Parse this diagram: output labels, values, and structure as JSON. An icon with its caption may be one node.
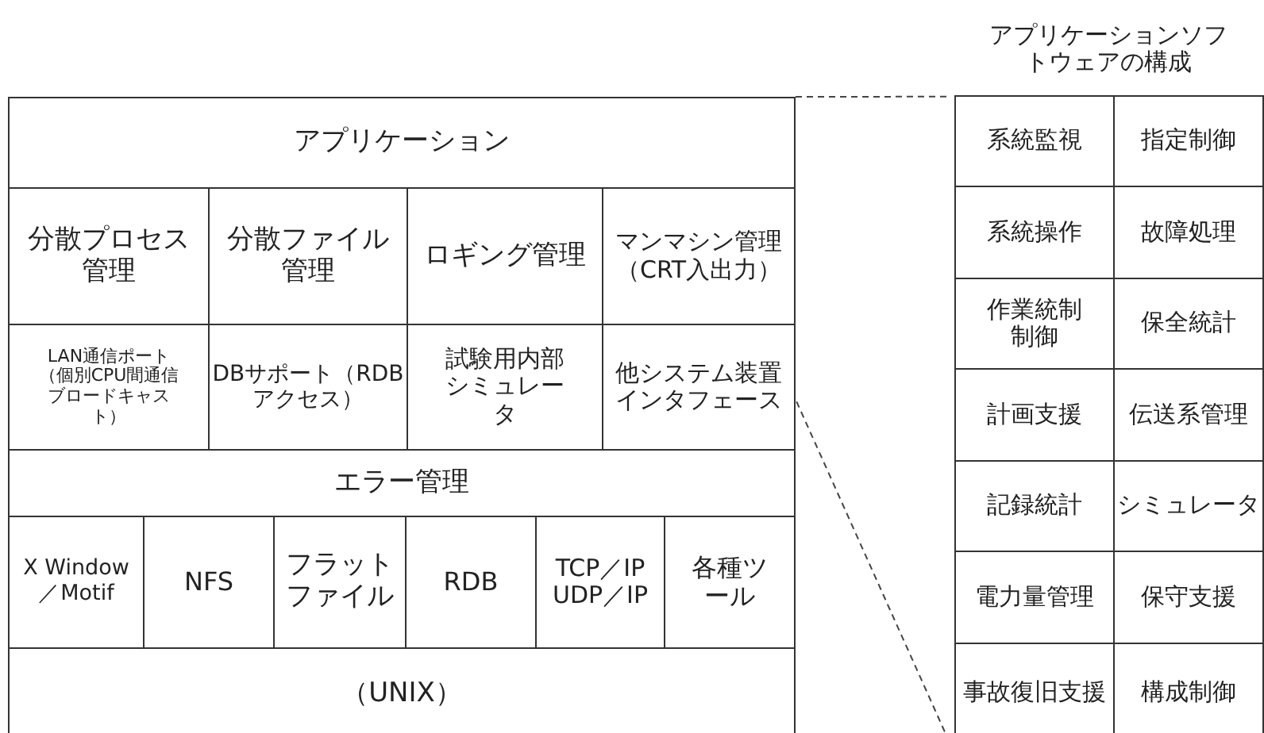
{
  "diagram": {
    "nodes": [
      {
        "text": [
          "アプリケーション"
        ]
      },
      {
        "text": [
          "分散プロセス管理"
        ]
      },
      {
        "text": [
          "分散ファイル管理"
        ]
      },
      {
        "text": [
          "ロギング管理"
        ]
      },
      {
        "text": [
          "マンマシン管理（CRT入出力）"
        ]
      },
      {
        "text": [
          "LAN通信ポート（個別CPU間通信ブロードキャスト）"
        ]
      },
      {
        "text": [
          "DBサポート（RDBアクセス）"
        ]
      },
      {
        "text": [
          "試験用内部シミュレータ"
        ]
      },
      {
        "text": [
          "他システム装置インタフェース"
        ]
      },
      {
        "text": [
          "エラー管理"
        ]
      },
      {
        "text": [
          "X Window ／Motif"
        ]
      },
      {
        "text": [
          "NFS"
        ]
      },
      {
        "text": [
          "フラットファイル"
        ]
      },
      {
        "text": [
          "RDB"
        ]
      },
      {
        "text": [
          "TCP／IP UDP／IP"
        ]
      },
      {
        "text": [
          "各種ツール"
        ]
      },
      {
        "text": [
          "（UNIX）"
        ]
      },
      {
        "text": [
          "アプリケーションソフトウェアの構成"
        ]
      },
      {
        "text": [
          "系統監視"
        ],
        "in": 17
      },
      {
        "text": [
          "指定制御"
        ],
        "in": 17
      },
      {
        "text": [
          "系統操作"
        ],
        "in": 17
      },
      {
        "text": [
          "故障処理"
        ],
        "in": 17
      },
      {
        "text": [
          "作業統制制御"
        ],
        "in": 17
      },
      {
        "text": [
          "保全統計"
        ],
        "in": 17
      },
      {
        "text": [
          "計画支援"
        ],
        "in": 17
      },
      {
        "text": [
          "伝送系管理"
        ],
        "in": 17
      },
      {
        "text": [
          "記録統計"
        ],
        "in": 17
      },
      {
        "text": [
          "シミュレータ"
        ],
        "in": 17
      },
      {
        "text": [
          "電力量管理"
        ],
        "in": 17
      },
      {
        "text": [
          "保守支援"
        ],
        "in": 17
      },
      {
        "text": [
          "事故復旧支援"
        ],
        "in": 17
      },
      {
        "text": [
          "構成制御"
        ],
        "in": 17
      }
    ],
    "edges": [
      {
        "from": 0,
        "to": 17,
        "arrow": "none",
        "style": "dashed"
      },
      {
        "from": 0,
        "to": 17,
        "arrow": "none",
        "style": "dashed"
      }
    ]
  }
}
